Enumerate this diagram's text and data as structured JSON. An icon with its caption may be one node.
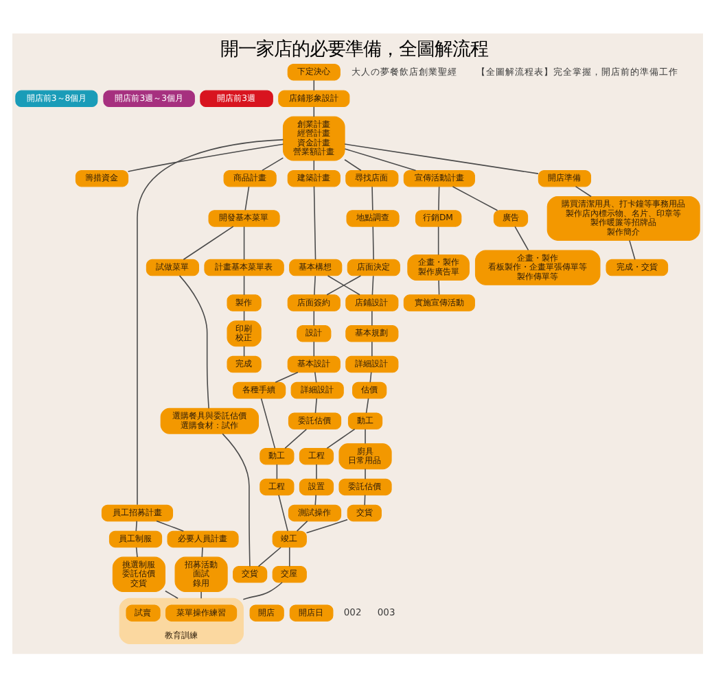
{
  "diagram": {
    "title": "開一家店的必要準備，全圖解流程",
    "nodes": [
      {
        "text": [
          "開店前3～8個月"
        ]
      },
      {
        "text": [
          "開店前3週～3個月"
        ]
      },
      {
        "text": [
          "開店前3週"
        ]
      },
      {
        "text": [
          "下定決心"
        ]
      },
      {
        "text": [
          "店鋪形象設計"
        ]
      },
      {
        "text": [
          "創業計畫",
          "經營計畫",
          "資金計畫",
          "營業額計畫"
        ]
      },
      {
        "text": [
          "籌措資金"
        ]
      },
      {
        "text": [
          "尋找店面"
        ]
      },
      {
        "text": [
          "地點調查"
        ]
      },
      {
        "text": [
          "店面決定"
        ]
      },
      {
        "text": [
          "建築計畫"
        ]
      },
      {
        "text": [
          "基本構想"
        ]
      },
      {
        "text": [
          "商品計畫"
        ]
      },
      {
        "text": [
          "員工招募計畫"
        ]
      },
      {
        "text": [
          "宣傳活動計畫"
        ]
      },
      {
        "text": [
          "開店準備"
        ]
      },
      {
        "text": [
          "店面簽約"
        ]
      },
      {
        "text": [
          "設計"
        ]
      },
      {
        "text": [
          "基本設計"
        ]
      },
      {
        "text": [
          "各種手續"
        ]
      },
      {
        "text": [
          "詳細設計"
        ]
      },
      {
        "text": [
          "委託估價"
        ]
      },
      {
        "text": [
          "店鋪設計"
        ]
      },
      {
        "text": [
          "基本規劃"
        ]
      },
      {
        "text": [
          "詳細設計"
        ]
      },
      {
        "text": [
          "估價"
        ]
      },
      {
        "text": [
          "開發基本菜單"
        ]
      },
      {
        "text": [
          "試做菜單"
        ]
      },
      {
        "text": [
          "計畫基本菜單表"
        ]
      },
      {
        "text": [
          "製作"
        ]
      },
      {
        "text": [
          "動工"
        ]
      },
      {
        "text": [
          "工程"
        ]
      },
      {
        "text": [
          "動工"
        ]
      },
      {
        "text": [
          "工程"
        ]
      },
      {
        "text": [
          "設置"
        ]
      },
      {
        "text": [
          "測試操作"
        ]
      },
      {
        "text": [
          "廚具",
          "日常用品"
        ]
      },
      {
        "text": [
          "委託估價"
        ]
      },
      {
        "text": [
          "交貨"
        ]
      },
      {
        "text": [
          "竣工"
        ]
      },
      {
        "text": [
          "交屋"
        ]
      },
      {
        "text": [
          "選購餐具與委託估價",
          "選購食材：試作"
        ]
      },
      {
        "text": [
          "交貨"
        ]
      },
      {
        "text": [
          "印刷",
          "校正"
        ]
      },
      {
        "text": [
          "完成"
        ]
      },
      {
        "text": [
          "教育訓練"
        ]
      },
      {
        "text": [
          "菜單操作練習"
        ],
        "in": 45
      },
      {
        "text": [
          "試賣"
        ],
        "in": 45
      },
      {
        "text": [
          "開店"
        ]
      },
      {
        "text": [
          "開店日"
        ]
      },
      {
        "text": [
          "必要人員計畫"
        ]
      },
      {
        "text": [
          "招募活動",
          "面試",
          "錄用"
        ]
      },
      {
        "text": [
          "員工制服"
        ]
      },
      {
        "text": [
          "挑選制服",
          "委託估價",
          "交貨"
        ]
      },
      {
        "text": [
          "廣告"
        ]
      },
      {
        "text": [
          "企畫・製作",
          "看板製作・企畫單張傳單等",
          "製作傳單等"
        ]
      },
      {
        "text": [
          "行銷DM"
        ]
      },
      {
        "text": [
          "企畫・製作",
          "製作廣告單"
        ]
      },
      {
        "text": [
          "實施宣傳活動"
        ]
      },
      {
        "text": [
          "購買清潔用具、打卡鐘等事務用品",
          "製作店內標示物、名片、印章等",
          "製作暖簾等招牌品",
          "製作簡介"
        ]
      },
      {
        "text": [
          "完成・交貨"
        ]
      }
    ],
    "edges": [
      {
        "from": 3,
        "to": 4,
        "arrow": "none"
      },
      {
        "from": 4,
        "to": 5,
        "arrow": "none"
      },
      {
        "from": 5,
        "to": 6,
        "arrow": "none"
      },
      {
        "from": 5,
        "to": 7,
        "arrow": "none"
      },
      {
        "from": 5,
        "to": 10,
        "arrow": "none"
      },
      {
        "from": 5,
        "to": 12,
        "arrow": "none"
      },
      {
        "from": 5,
        "to": 13,
        "arrow": "none"
      },
      {
        "from": 5,
        "to": 14,
        "arrow": "none"
      },
      {
        "from": 5,
        "to": 15,
        "arrow": "none"
      },
      {
        "from": 7,
        "to": 8,
        "arrow": "none"
      },
      {
        "from": 8,
        "to": 9,
        "arrow": "none"
      },
      {
        "from": 10,
        "to": 11,
        "arrow": "none"
      },
      {
        "from": 9,
        "to": 16,
        "arrow": "none"
      },
      {
        "from": 9,
        "to": 22,
        "arrow": "none"
      },
      {
        "from": 11,
        "to": 16,
        "arrow": "none"
      },
      {
        "from": 11,
        "to": 22,
        "arrow": "none"
      },
      {
        "from": 16,
        "to": 17,
        "arrow": "none"
      },
      {
        "from": 17,
        "to": 18,
        "arrow": "none"
      },
      {
        "from": 18,
        "to": 19,
        "arrow": "none"
      },
      {
        "from": 18,
        "to": 20,
        "arrow": "none"
      },
      {
        "from": 20,
        "to": 21,
        "arrow": "none"
      },
      {
        "from": 19,
        "to": 30,
        "arrow": "none"
      },
      {
        "from": 21,
        "to": 30,
        "arrow": "none"
      },
      {
        "from": 30,
        "to": 31,
        "arrow": "none"
      },
      {
        "from": 31,
        "to": 39,
        "arrow": "none"
      },
      {
        "from": 22,
        "to": 23,
        "arrow": "none"
      },
      {
        "from": 23,
        "to": 24,
        "arrow": "none"
      },
      {
        "from": 24,
        "to": 25,
        "arrow": "none"
      },
      {
        "from": 25,
        "to": 32,
        "arrow": "none"
      },
      {
        "from": 32,
        "to": 33,
        "arrow": "none"
      },
      {
        "from": 32,
        "to": 36,
        "arrow": "none"
      },
      {
        "from": 33,
        "to": 34,
        "arrow": "none"
      },
      {
        "from": 34,
        "to": 35,
        "arrow": "none"
      },
      {
        "from": 36,
        "to": 37,
        "arrow": "none"
      },
      {
        "from": 37,
        "to": 38,
        "arrow": "none"
      },
      {
        "from": 35,
        "to": 39,
        "arrow": "none"
      },
      {
        "from": 38,
        "to": 39,
        "arrow": "none"
      },
      {
        "from": 39,
        "to": 40,
        "arrow": "none"
      },
      {
        "from": 39,
        "to": 42,
        "arrow": "none"
      },
      {
        "from": 40,
        "to": 45,
        "arrow": "none"
      },
      {
        "from": 12,
        "to": 26,
        "arrow": "none"
      },
      {
        "from": 26,
        "to": 27,
        "arrow": "none"
      },
      {
        "from": 26,
        "to": 28,
        "arrow": "none"
      },
      {
        "from": 27,
        "to": 41,
        "arrow": "none"
      },
      {
        "from": 41,
        "to": 42,
        "arrow": "none"
      },
      {
        "from": 28,
        "to": 29,
        "arrow": "none"
      },
      {
        "from": 29,
        "to": 43,
        "arrow": "none"
      },
      {
        "from": 43,
        "to": 44,
        "arrow": "none"
      },
      {
        "from": 13,
        "to": 50,
        "arrow": "none"
      },
      {
        "from": 13,
        "to": 52,
        "arrow": "none"
      },
      {
        "from": 50,
        "to": 51,
        "arrow": "none"
      },
      {
        "from": 52,
        "to": 53,
        "arrow": "none"
      },
      {
        "from": 51,
        "to": 45,
        "arrow": "none"
      },
      {
        "from": 53,
        "to": 45,
        "arrow": "none"
      },
      {
        "from": 14,
        "to": 54,
        "arrow": "none"
      },
      {
        "from": 14,
        "to": 56,
        "arrow": "none"
      },
      {
        "from": 54,
        "to": 55,
        "arrow": "none"
      },
      {
        "from": 56,
        "to": 57,
        "arrow": "none"
      },
      {
        "from": 57,
        "to": 58,
        "arrow": "none"
      },
      {
        "from": 15,
        "to": 59,
        "arrow": "none"
      },
      {
        "from": 59,
        "to": 60,
        "arrow": "none"
      }
    ],
    "labels": [
      "大人の夢餐飲店創業聖經",
      "【全圖解流程表】完全掌握，開店前的準備工作",
      "002",
      "003"
    ]
  }
}
